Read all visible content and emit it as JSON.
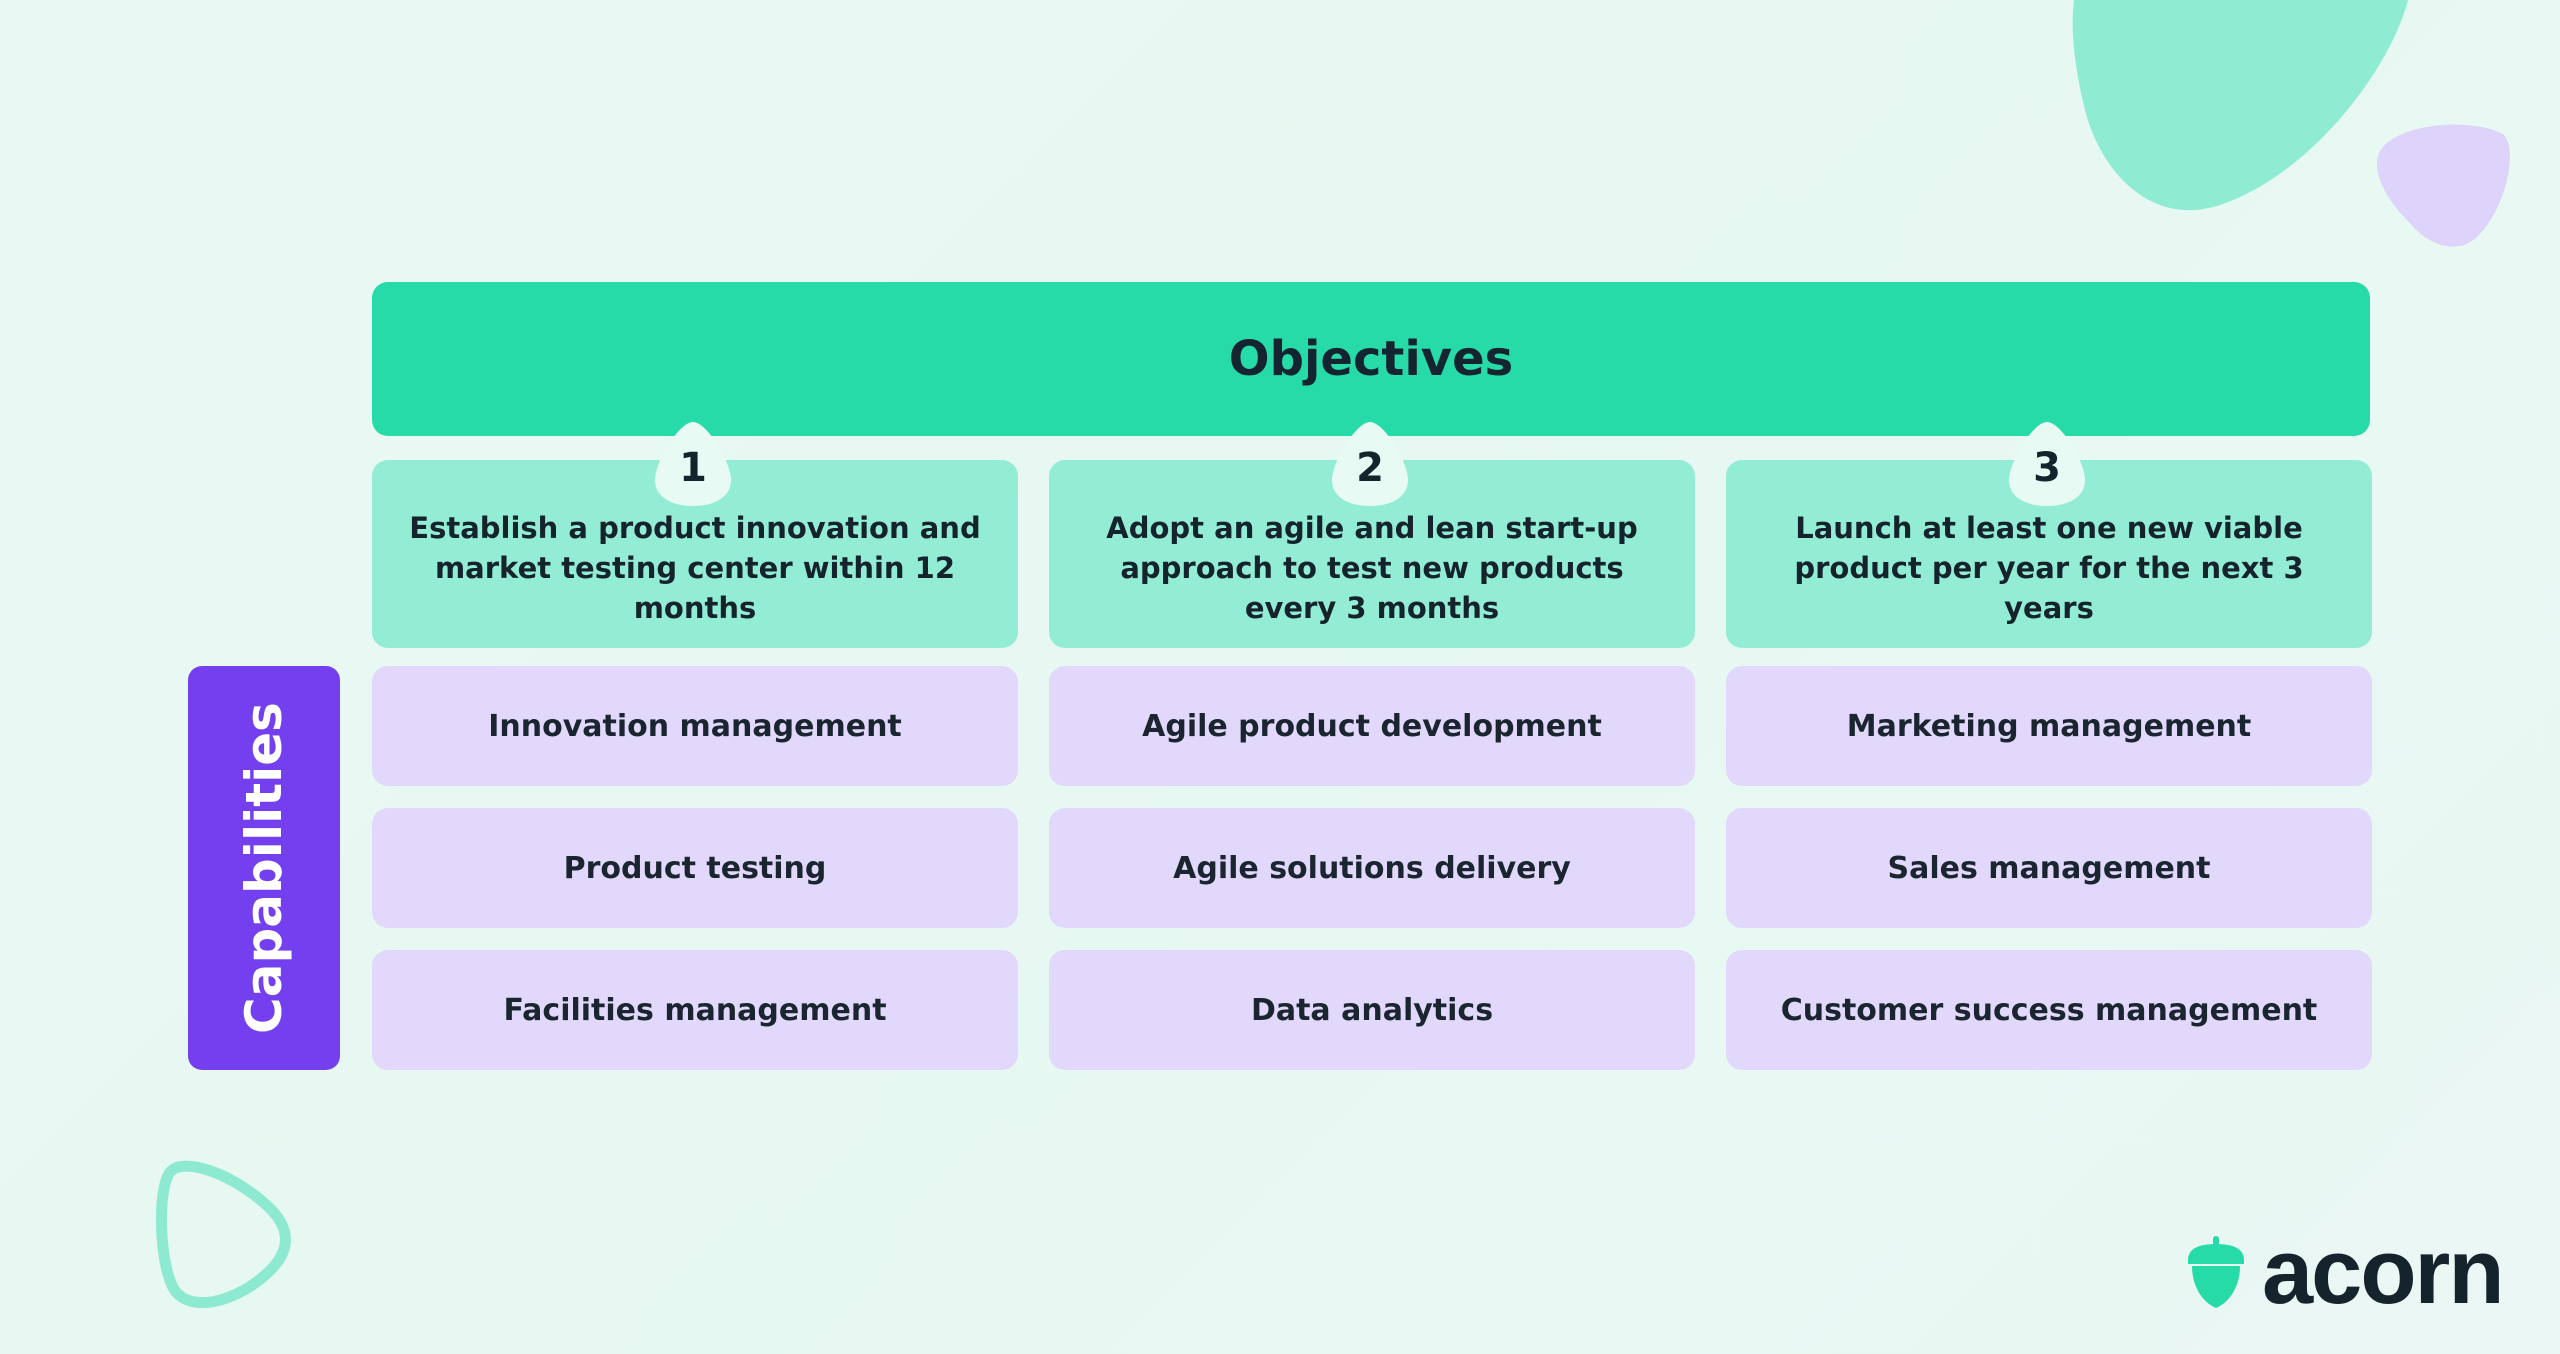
{
  "header": {
    "title": "Objectives"
  },
  "objectives": [
    {
      "number": "1",
      "text": "Establish a product innovation and market testing center within 12 months"
    },
    {
      "number": "2",
      "text": "Adopt an agile and lean start-up approach to test new products every 3 months"
    },
    {
      "number": "3",
      "text": "Launch at least one new viable product per year for the next 3 years"
    }
  ],
  "capabilities": {
    "label": "Capabilities",
    "columns": [
      [
        "Innovation management",
        "Product testing",
        "Facilities management"
      ],
      [
        "Agile product development",
        "Agile solutions delivery",
        "Data analytics"
      ],
      [
        "Marketing management",
        "Sales management",
        "Customer success management"
      ]
    ]
  },
  "brand": {
    "name": "acorn",
    "accent": "#27dba8",
    "purple": "#7440ef",
    "lavender": "#e1d8fb",
    "mint": "#93edd5"
  }
}
